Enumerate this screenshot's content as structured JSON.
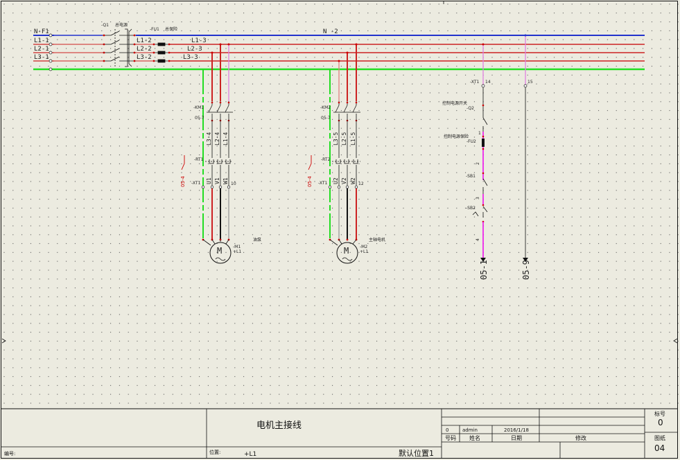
{
  "buses": {
    "n_left": "N-F1",
    "l1_left": "L1-1",
    "l2_left": "L2-1",
    "l3_left": "L3-1",
    "n_right": "N -2",
    "l1_mid": "L1-2",
    "l2_mid": "L2-2",
    "l3_mid": "L3-2",
    "l1_right": "L1-3",
    "l2_right": "L2-3",
    "l3_right": "L3-3"
  },
  "main_switch": {
    "tag": "-Q1",
    "caption": "总电源"
  },
  "fuse": {
    "tag": "-FU1",
    "caption": "总保险"
  },
  "motor1": {
    "contactor": "-KM1",
    "sheet_ref": "05-7",
    "wires": [
      "L3-4",
      "L2-4",
      "L1-4"
    ],
    "relay": "-RT1",
    "relay_ref": "05-4",
    "terminal": "-XT1",
    "terminal_labels": [
      "U1",
      "V1",
      "W1"
    ],
    "terminal_extra": "10",
    "motor_symbol": "M",
    "motor_tag": "-M1",
    "motor_loc": "+L1",
    "motor_caption": "油泵"
  },
  "motor2": {
    "contactor": "-KM2",
    "sheet_ref": "05-7",
    "wires": [
      "L3-5",
      "L2-5",
      "L1-5"
    ],
    "relay": "-RT2",
    "relay_ref": "05-4",
    "terminal": "-XT1",
    "terminal_labels": [
      "U2",
      "V2",
      "W2"
    ],
    "terminal_extra": "12",
    "motor_symbol": "M",
    "motor_tag": "-M2",
    "motor_loc": "+L1",
    "motor_caption": "主轴电机"
  },
  "control": {
    "terminal": "-XT1",
    "terminal_a": "14",
    "terminal_b": "15",
    "switch_caption": "控制电源开关",
    "switch_tag": "-Q2",
    "fuse_caption": "控制电源保险",
    "fuse_tag": "-FU2",
    "node_labels": [
      "1",
      "2",
      "3",
      "4"
    ],
    "sb1": "-SB1",
    "sb2": "-SB2",
    "out_left": "05-1",
    "out_right": "05-9"
  },
  "titleblock": {
    "drawing_title": "电机主接线",
    "number_label": "编号:",
    "position_label": "位置:",
    "position_value": "+L1",
    "default_position": "默认位置1",
    "rev_index": "0",
    "rev_name": "admin",
    "rev_date": "2016/1/18",
    "col_number": "号码",
    "col_name": "姓名",
    "col_date": "日期",
    "col_modify": "修改",
    "mark_label": "标号",
    "mark_value": "0",
    "sheet_label": "图纸",
    "sheet_value": "04"
  },
  "colors": {
    "neutral": "#2233cc",
    "phase": "#cc2222",
    "phase_light": "#e08080",
    "earth": "#22dd22",
    "control": "#ee00ee",
    "black": "#111111"
  }
}
